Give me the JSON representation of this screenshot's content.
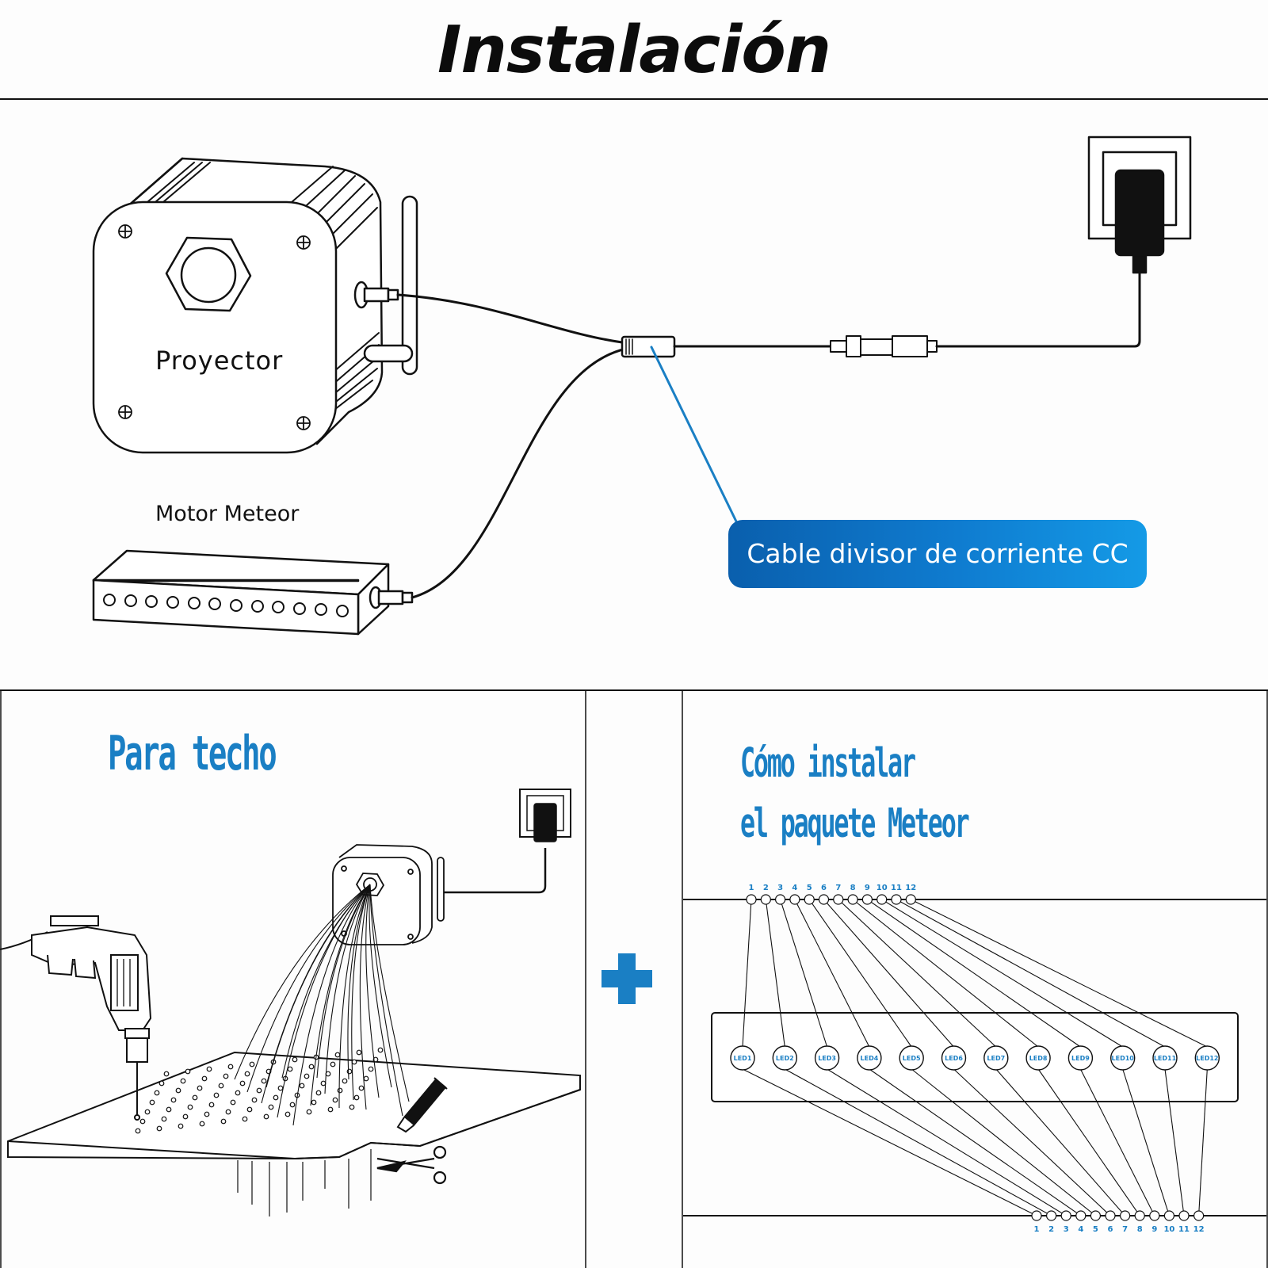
{
  "title": "Instalación",
  "top": {
    "projector_label": "Proyector",
    "motor_label": "Motor Meteor",
    "callout_label": "Cable divisor de corriente CC"
  },
  "bottom_left": {
    "heading": "Para techo"
  },
  "bottom_right": {
    "heading_line1": "Cómo instalar",
    "heading_line2": "el paquete Meteor",
    "top_numbers": [
      "1",
      "2",
      "3",
      "4",
      "5",
      "6",
      "7",
      "8",
      "9",
      "10",
      "11",
      "12"
    ],
    "bottom_numbers": [
      "1",
      "2",
      "3",
      "4",
      "5",
      "6",
      "7",
      "8",
      "9",
      "10",
      "11",
      "12"
    ],
    "leds": [
      "LED1",
      "LED2",
      "LED3",
      "LED4",
      "LED5",
      "LED6",
      "LED7",
      "LED8",
      "LED9",
      "LED10",
      "LED11",
      "LED12"
    ]
  },
  "colors": {
    "accent_blue": "#1a7fc4",
    "callout_blue": "#0f7cd0",
    "line": "#111111"
  },
  "icons": [
    "plus-icon",
    "scissors-icon",
    "drill-icon",
    "glue-tube-icon",
    "power-adapter-icon"
  ]
}
